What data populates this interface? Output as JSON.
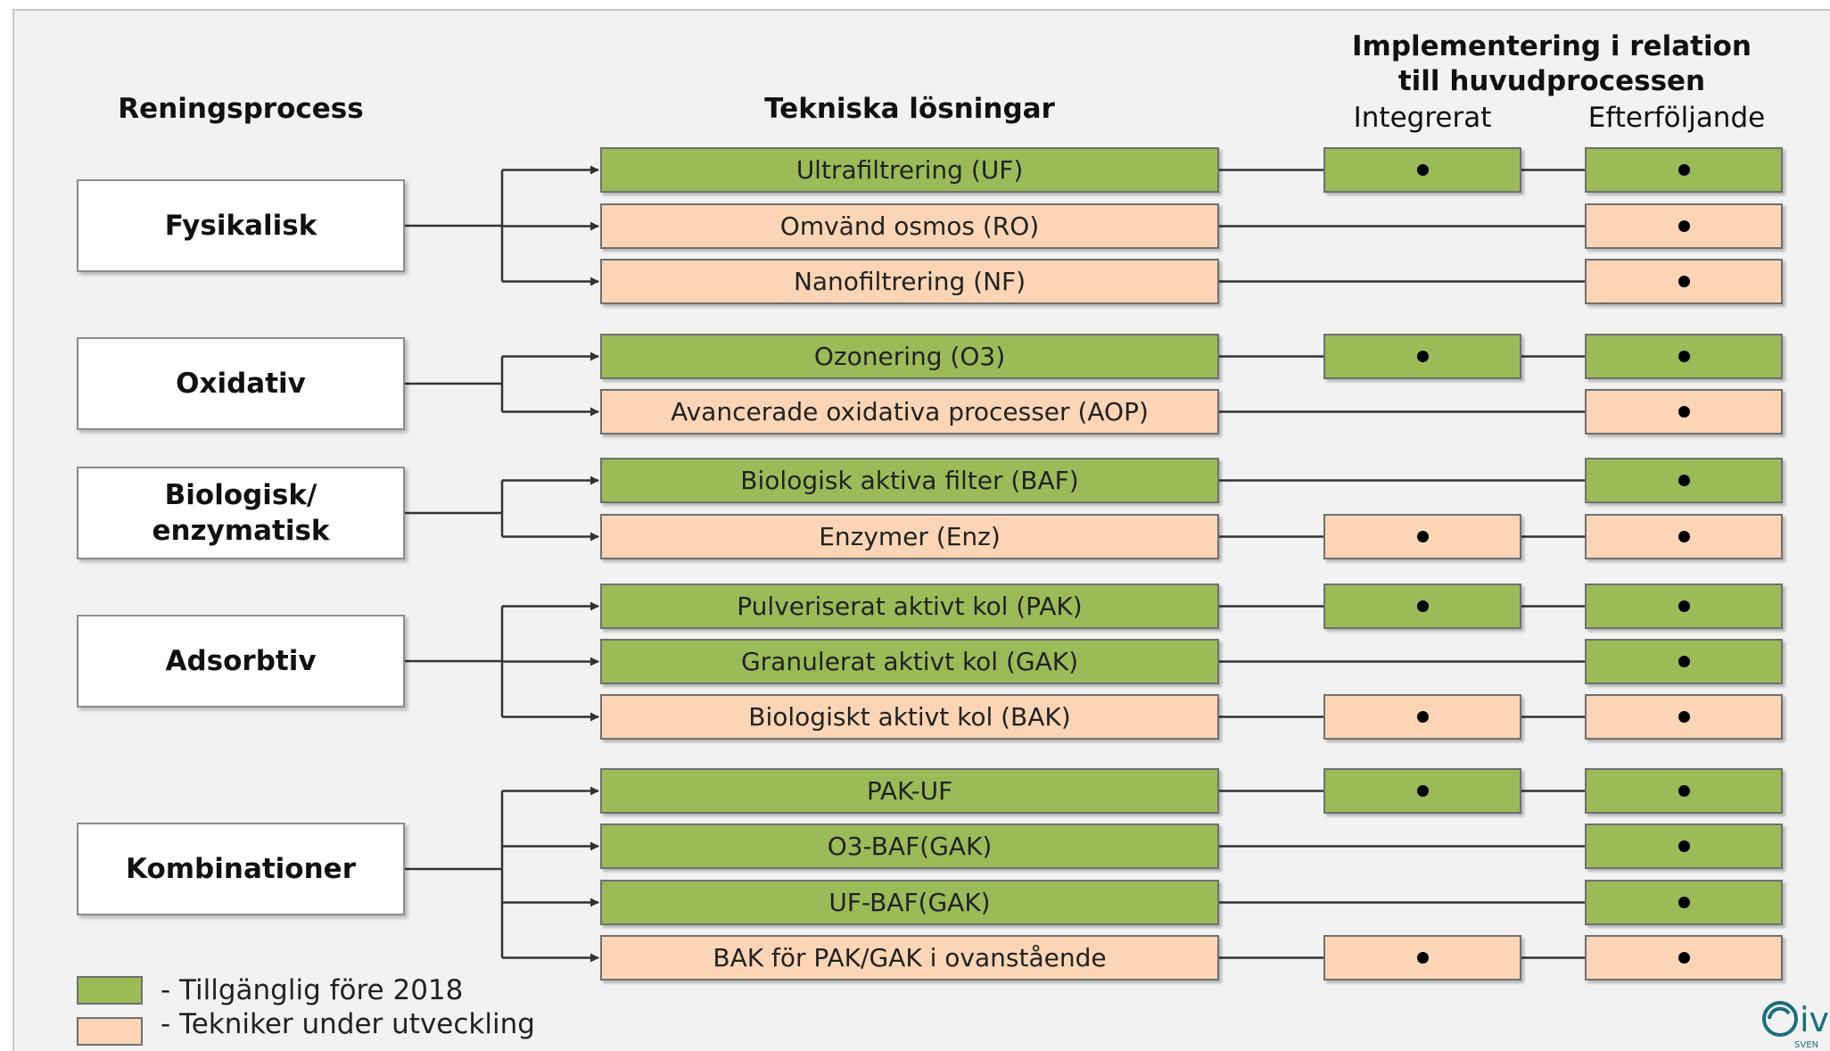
{
  "headers": {
    "process": "Reningsprocess",
    "solutions": "Tekniska lösningar",
    "implementation_line1": "Implementering i relation",
    "implementation_line2": "till huvudprocessen",
    "integrated": "Integrerat",
    "subsequent": "Efterföljande"
  },
  "colors": {
    "available": "#9bbb59",
    "under_development": "#fbd5b5"
  },
  "processes": [
    {
      "label": "Fysikalisk"
    },
    {
      "label": "Oxidativ"
    },
    {
      "label": "Biologisk/\nenzymatisk"
    },
    {
      "label": "Adsorbtiv"
    },
    {
      "label": "Kombinationer"
    }
  ],
  "techniques": [
    {
      "label": "Ultrafiltrering (UF)",
      "status": "available",
      "integrated": true,
      "subsequent": true
    },
    {
      "label": "Omvänd osmos (RO)",
      "status": "under_development",
      "integrated": false,
      "subsequent": true
    },
    {
      "label": "Nanofiltrering (NF)",
      "status": "under_development",
      "integrated": false,
      "subsequent": true
    },
    {
      "label": "Ozonering (O3)",
      "status": "available",
      "integrated": true,
      "subsequent": true
    },
    {
      "label": "Avancerade oxidativa processer (AOP)",
      "status": "under_development",
      "integrated": false,
      "subsequent": true
    },
    {
      "label": "Biologisk aktiva filter (BAF)",
      "status": "available",
      "integrated": false,
      "subsequent": true
    },
    {
      "label": "Enzymer (Enz)",
      "status": "under_development",
      "integrated": true,
      "subsequent": true
    },
    {
      "label": "Pulveriserat aktivt kol (PAK)",
      "status": "available",
      "integrated": true,
      "subsequent": true
    },
    {
      "label": "Granulerat aktivt kol (GAK)",
      "status": "available",
      "integrated": false,
      "subsequent": true
    },
    {
      "label": "Biologiskt aktivt kol (BAK)",
      "status": "under_development",
      "integrated": true,
      "subsequent": true
    },
    {
      "label": "PAK-UF",
      "status": "available",
      "integrated": true,
      "subsequent": true
    },
    {
      "label": "O3-BAF(GAK)",
      "status": "available",
      "integrated": false,
      "subsequent": true
    },
    {
      "label": "UF-BAF(GAK)",
      "status": "available",
      "integrated": false,
      "subsequent": true
    },
    {
      "label": "BAK för PAK/GAK i ovanstående",
      "status": "under_development",
      "integrated": true,
      "subsequent": true
    }
  ],
  "legend": {
    "available": "- Tillgänglig före 2018",
    "under_development": "- Tekniker under utveckling"
  },
  "logo": {
    "text": "iv",
    "subtext": "SVEN"
  }
}
